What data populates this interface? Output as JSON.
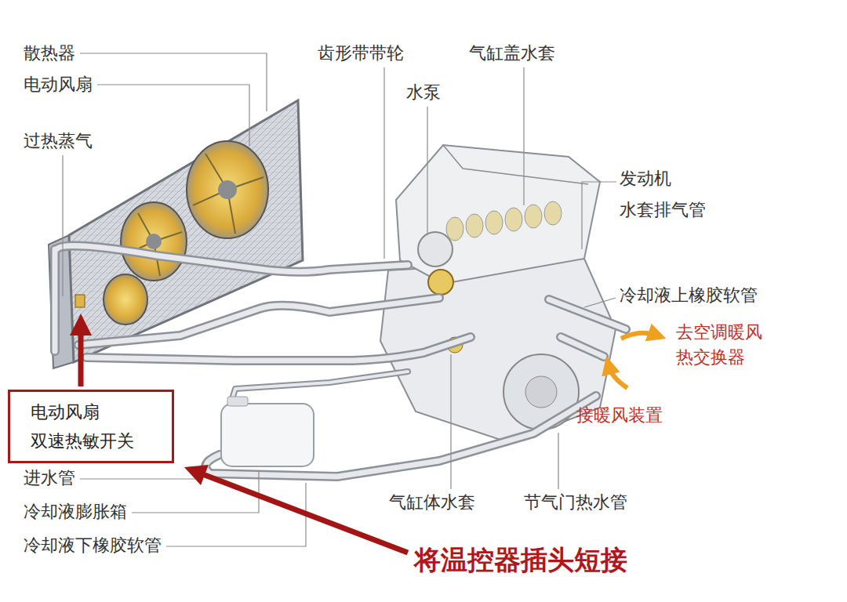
{
  "diagram": {
    "nodes": [
      {
        "text": [
          "电动风扇 双速热敏开关"
        ]
      }
    ],
    "labels": [
      "散热器",
      "电动风扇",
      "过热蒸气",
      "齿形带带轮",
      "气缸盖水套",
      "水泵",
      "发动机 水套排气管",
      "冷却液上橡胶软管",
      "去空调暖风 热交换器",
      "接暖风装置",
      "进水管",
      "冷却液膨胀箱",
      "冷却液下橡胶软管",
      "气缸体水套",
      "节气门热水管",
      "将温控器插头短接"
    ]
  }
}
